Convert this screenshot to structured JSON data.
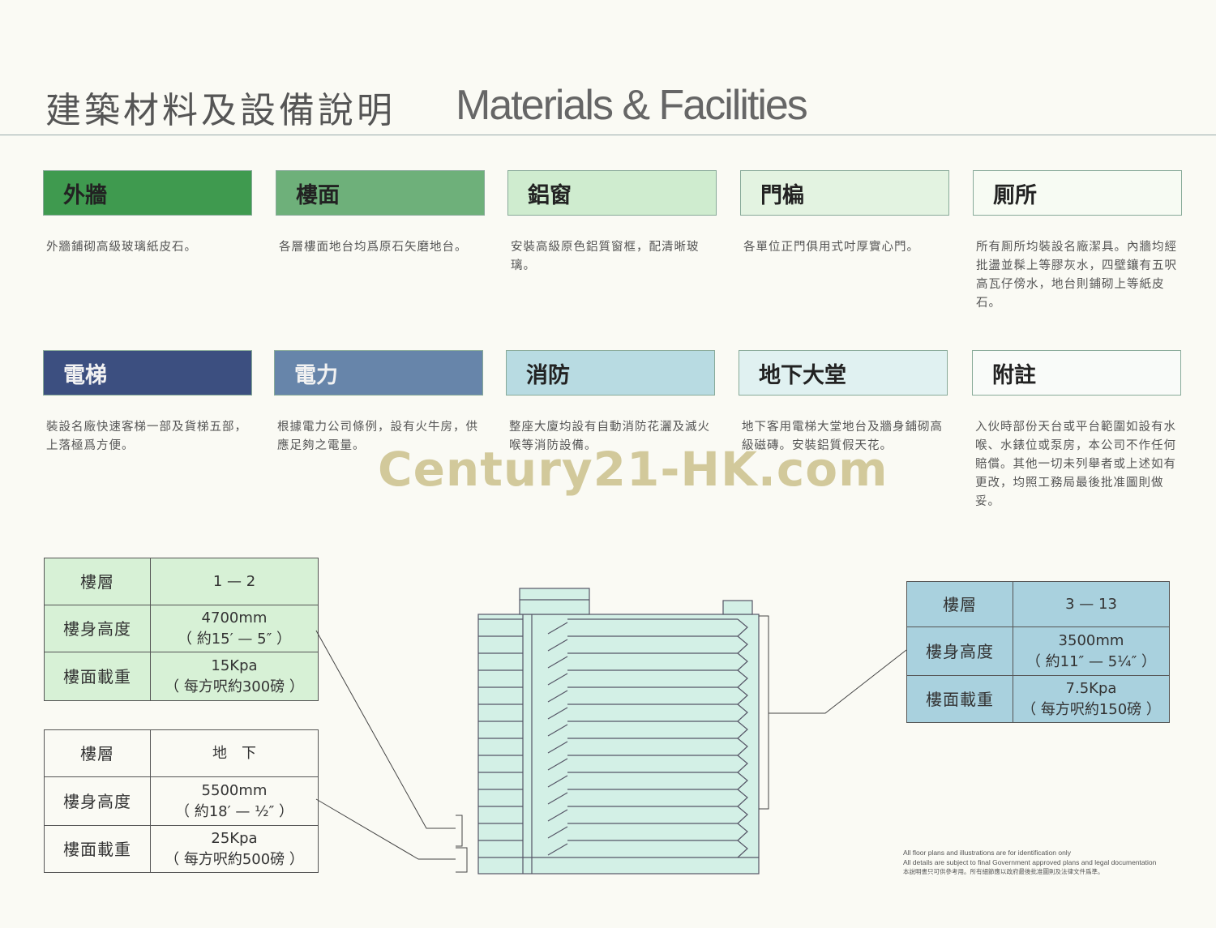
{
  "title": {
    "zh": "建築材料及設備說明",
    "en": "Materials & Facilities"
  },
  "colors": {
    "exterior": "#3f9a4f",
    "floor": "#6eb07a",
    "window": "#cfeccf",
    "door": "#e3f3e1",
    "toilet": "#f7fbf3",
    "lift": "#3c4f80",
    "power": "#6785aa",
    "fire": "#b8dbe2",
    "lobby": "#e0f1f1",
    "notes": "#f9fbf9",
    "table_green": "#d7f1d6",
    "table_blue": "#a9d1de",
    "building_fill": "#d3f0e6"
  },
  "items": [
    {
      "title": "外牆",
      "text": "外牆鋪砌高級玻璃紙皮石。"
    },
    {
      "title": "樓面",
      "text": "各層樓面地台均爲原石矢磨地台。"
    },
    {
      "title": "鋁窗",
      "text": "安裝高級原色鋁質窗框，配清晰玻璃。"
    },
    {
      "title": "門楄",
      "text": "各單位正門俱用式吋厚實心門。"
    },
    {
      "title": "厠所",
      "text": "所有厠所均裝設名廠潔具。內牆均經批盪並髹上等膠灰水，四壁鑲有五呎高瓦仔傍水，地台則鋪砌上等紙皮石。"
    },
    {
      "title": "電梯",
      "text": "裝設名廠快速客梯一部及貨梯五部，上落極爲方便。"
    },
    {
      "title": "電力",
      "text": "根據電力公司條例，設有火牛房，供應足夠之電量。"
    },
    {
      "title": "消防",
      "text": "整座大廈均設有自動消防花灑及滅火喉等消防設備。"
    },
    {
      "title": "地下大堂",
      "text": "地下客用電梯大堂地台及牆身鋪砌高級磁磚。安裝鋁質假天花。"
    },
    {
      "title": "附註",
      "text": "入伙時部份天台或平台範圍如設有水喉、水錶位或泵房，本公司不作任何賠償。其他一切未列舉者或上述如有更改，均照工務局最後批准圖則做妥。"
    }
  ],
  "tables": {
    "t1": {
      "floor_label": "樓層",
      "floor": "1 — 2",
      "height_label": "樓身高度",
      "height": "4700mm",
      "height_ft": "（ 約15′ — 5″ ）",
      "load_label": "樓面載重",
      "load": "15Kpa",
      "load_lb": "（ 每方呎約300磅 ）"
    },
    "t2": {
      "floor_label": "樓層",
      "floor": "地　下",
      "height_label": "樓身高度",
      "height": "5500mm",
      "height_ft": "（ 約18′ — ½″ ）",
      "load_label": "樓面載重",
      "load": "25Kpa",
      "load_lb": "（ 每方呎約500磅 ）"
    },
    "t3": {
      "floor_label": "樓層",
      "floor": "3 — 13",
      "height_label": "樓身高度",
      "height": "3500mm",
      "height_ft": "（ 約11″ — 5¼″ ）",
      "load_label": "樓面載重",
      "load": "7.5Kpa",
      "load_lb": "（ 每方呎約150磅 ）"
    }
  },
  "watermark": "Century21-HK.com",
  "footnote": [
    "All floor plans and illustrations are for identification only",
    "All details are subject to final Government approved plans and legal documentation",
    "本說明書只可供參考用。所有細節應以政府最後批准圖則及法律文件爲準。"
  ]
}
